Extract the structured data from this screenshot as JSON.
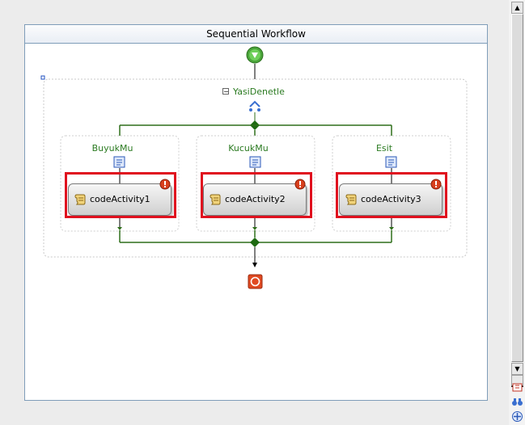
{
  "workflow": {
    "title": "Sequential Workflow",
    "ifelse_label": "YasiDenetle",
    "collapse_glyph": "−"
  },
  "branches": [
    {
      "label": "BuyukMu",
      "activity": "codeActivity1"
    },
    {
      "label": "KucukMu",
      "activity": "codeActivity2"
    },
    {
      "label": "Esit",
      "activity": "codeActivity3"
    }
  ],
  "icons": {
    "start": "start-icon",
    "end": "end-icon",
    "ifelse": "ifelse-icon",
    "branch": "branch-icon",
    "activity": "code-activity-icon",
    "error": "error-icon"
  },
  "colors": {
    "connector": "#2f6f1a",
    "highlight": "#e0101e",
    "label": "#2a7a20"
  },
  "scrollbar": {
    "up": "▲",
    "down": "▼"
  }
}
